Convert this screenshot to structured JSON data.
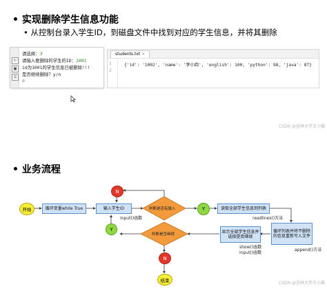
{
  "section1": {
    "bullet": "•",
    "title": "实现删除学生信息功能",
    "subbullet": "•",
    "subtitle": "从控制台录入学生ID，到磁盘文件中找到对应的学生信息，并将其删除"
  },
  "console": {
    "lines": [
      {
        "prefix": "请选择：",
        "value": "3"
      },
      {
        "prefix": "请输入要删除的学生的ID：",
        "value": "1001"
      },
      {
        "prefix": "id为1001的学生信息已被删除!!!",
        "value": ""
      },
      {
        "prefix": "是否继续删除？y/n",
        "value": ""
      },
      {
        "prefix": "",
        "value": "n"
      }
    ]
  },
  "editor": {
    "tab_label": "students.txt",
    "line_numbers": [
      "1",
      "2"
    ],
    "code_line": "{'id': '1002', 'name': '李小四', 'english': 100, 'python': 98, 'java': 87}"
  },
  "watermark": "CSDN @吉林大学王小猫",
  "section2": {
    "bullet": "•",
    "title": "业务流程"
  },
  "flowchart": {
    "start": "开始",
    "end": "结束",
    "loop": "循环变量while True",
    "input_id": "输入学生ID",
    "check_input": "判断是否有输入",
    "read_all": "读取全部学生信息到列表",
    "loop_save": "循环列表并将不删除的信息重新写入文件",
    "show_result": "显示全部学生信息并选择是否继续",
    "check_continue": "判断是否继续",
    "input_fn": "input()函数",
    "readlines_fn": "readlines()方法",
    "append_fn": "append()方法",
    "show_fn": "show()函数",
    "input_fn2": "input()函数",
    "yes_label": "Y",
    "no_label": "N"
  },
  "colors": {
    "box_fill": "#cfe2f6",
    "diamond_fill": "#f39b3c",
    "yes_fill": "#8ed93f",
    "no_fill": "#e8352a",
    "terminal_fill": "#f7ee3a"
  }
}
